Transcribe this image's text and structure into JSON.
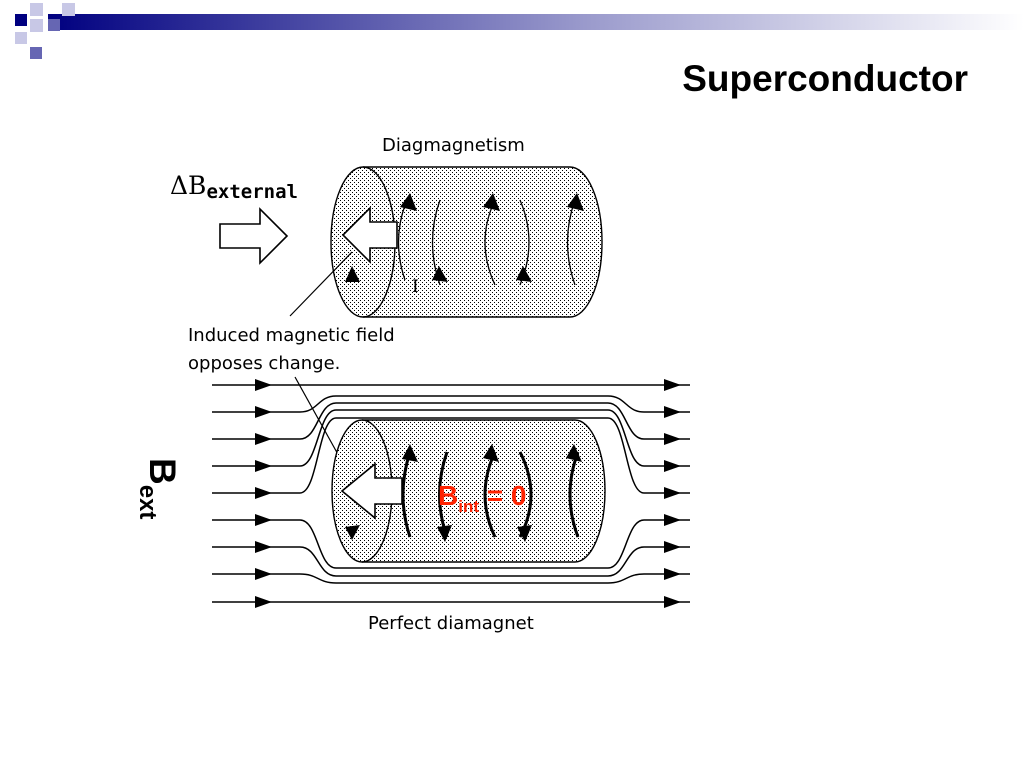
{
  "slide": {
    "title": "Superconductor",
    "colors": {
      "accent_dark": "#000080",
      "accent_mid": "#6666b3",
      "accent_light": "#c8c8e6",
      "highlight": "#ff2200"
    }
  },
  "diagram": {
    "top_label": "Diagmagnetism",
    "delta_b_symbol": "ΔB",
    "delta_b_subscript": "external",
    "current_label": "I",
    "induced_line1": "Induced magnetic field",
    "induced_line2": "opposes change.",
    "b_ext_main": "B",
    "b_ext_sub": "ext",
    "b_int_main": "B",
    "b_int_sub": "int",
    "b_int_rest": " = 0",
    "bottom_label": "Perfect diamagnet"
  }
}
